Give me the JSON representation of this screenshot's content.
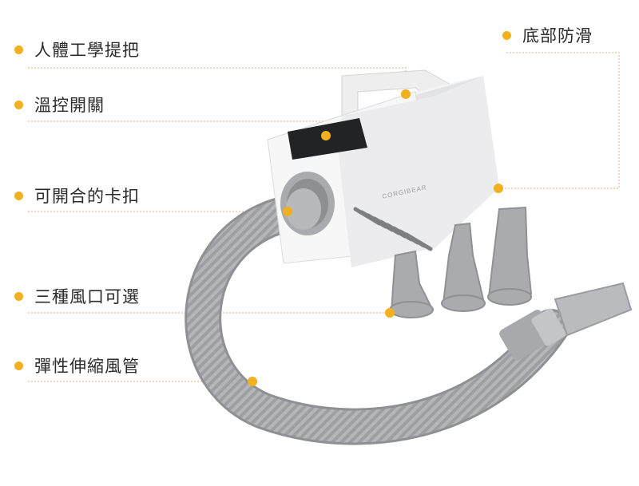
{
  "colors": {
    "accent": "#f2b01e",
    "leader_line": "#e9a88a",
    "text": "#2b2b2b"
  },
  "features": [
    {
      "id": "handle",
      "text": "人體工學提把"
    },
    {
      "id": "temp",
      "text": "溫控開關"
    },
    {
      "id": "clip",
      "text": "可開合的卡扣"
    },
    {
      "id": "nozzles",
      "text": "三種風口可選"
    },
    {
      "id": "hose",
      "text": "彈性伸縮風管"
    },
    {
      "id": "base",
      "text": "底部防滑"
    }
  ],
  "brand": "CORGIBEAR"
}
